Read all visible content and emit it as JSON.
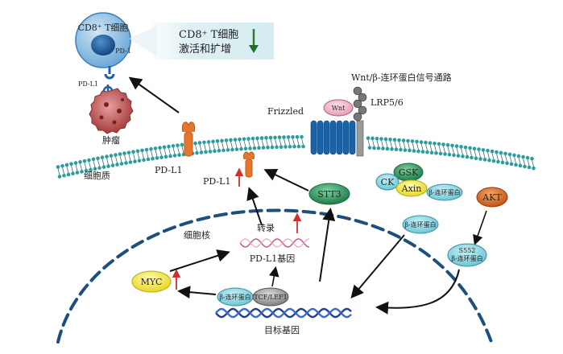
{
  "tcell": {
    "label": "CD8⁺ T细胞",
    "pd1": "PD-1"
  },
  "callout": {
    "line1": "CD8⁺ T细胞",
    "line2": "激活和扩增"
  },
  "tumor": {
    "pdl1": "PD-L1",
    "label": "肿瘤"
  },
  "membrane": {
    "pdl1": "PD-L1",
    "cytoplasm": "细胞质"
  },
  "wnt": {
    "title": "Wnt/β-连环蛋白信号通路",
    "frizzled": "Frizzled",
    "wnt": "Wnt",
    "lrp": "LRP5/6"
  },
  "complex": {
    "ck": "CK",
    "gsk": "GSK",
    "axin": "Axin",
    "bcat": "β-连环蛋白"
  },
  "akt": {
    "label": "AKT",
    "s552": "S552",
    "bcat": "β-连环蛋白"
  },
  "free_bcat": "β-连环蛋白",
  "stt3": "STT3",
  "cyto_pdl1": "PD-L1",
  "nucleus": {
    "label": "细胞核",
    "transcription": "转录",
    "gene": "PD-L1基因",
    "target": "目标基因"
  },
  "myc": "MYC",
  "tcf": {
    "bcat": "β-连环蛋白",
    "tcf": "TCF/LEF1"
  },
  "colors": {
    "membrane": "#1f8a8c",
    "receptor": "#1b63a6",
    "orange": "#e8762a",
    "arrow_red": "#d0312d",
    "green": "#2e9a5e",
    "yellow": "#f5ec54",
    "dna": "#1f3f8f"
  }
}
